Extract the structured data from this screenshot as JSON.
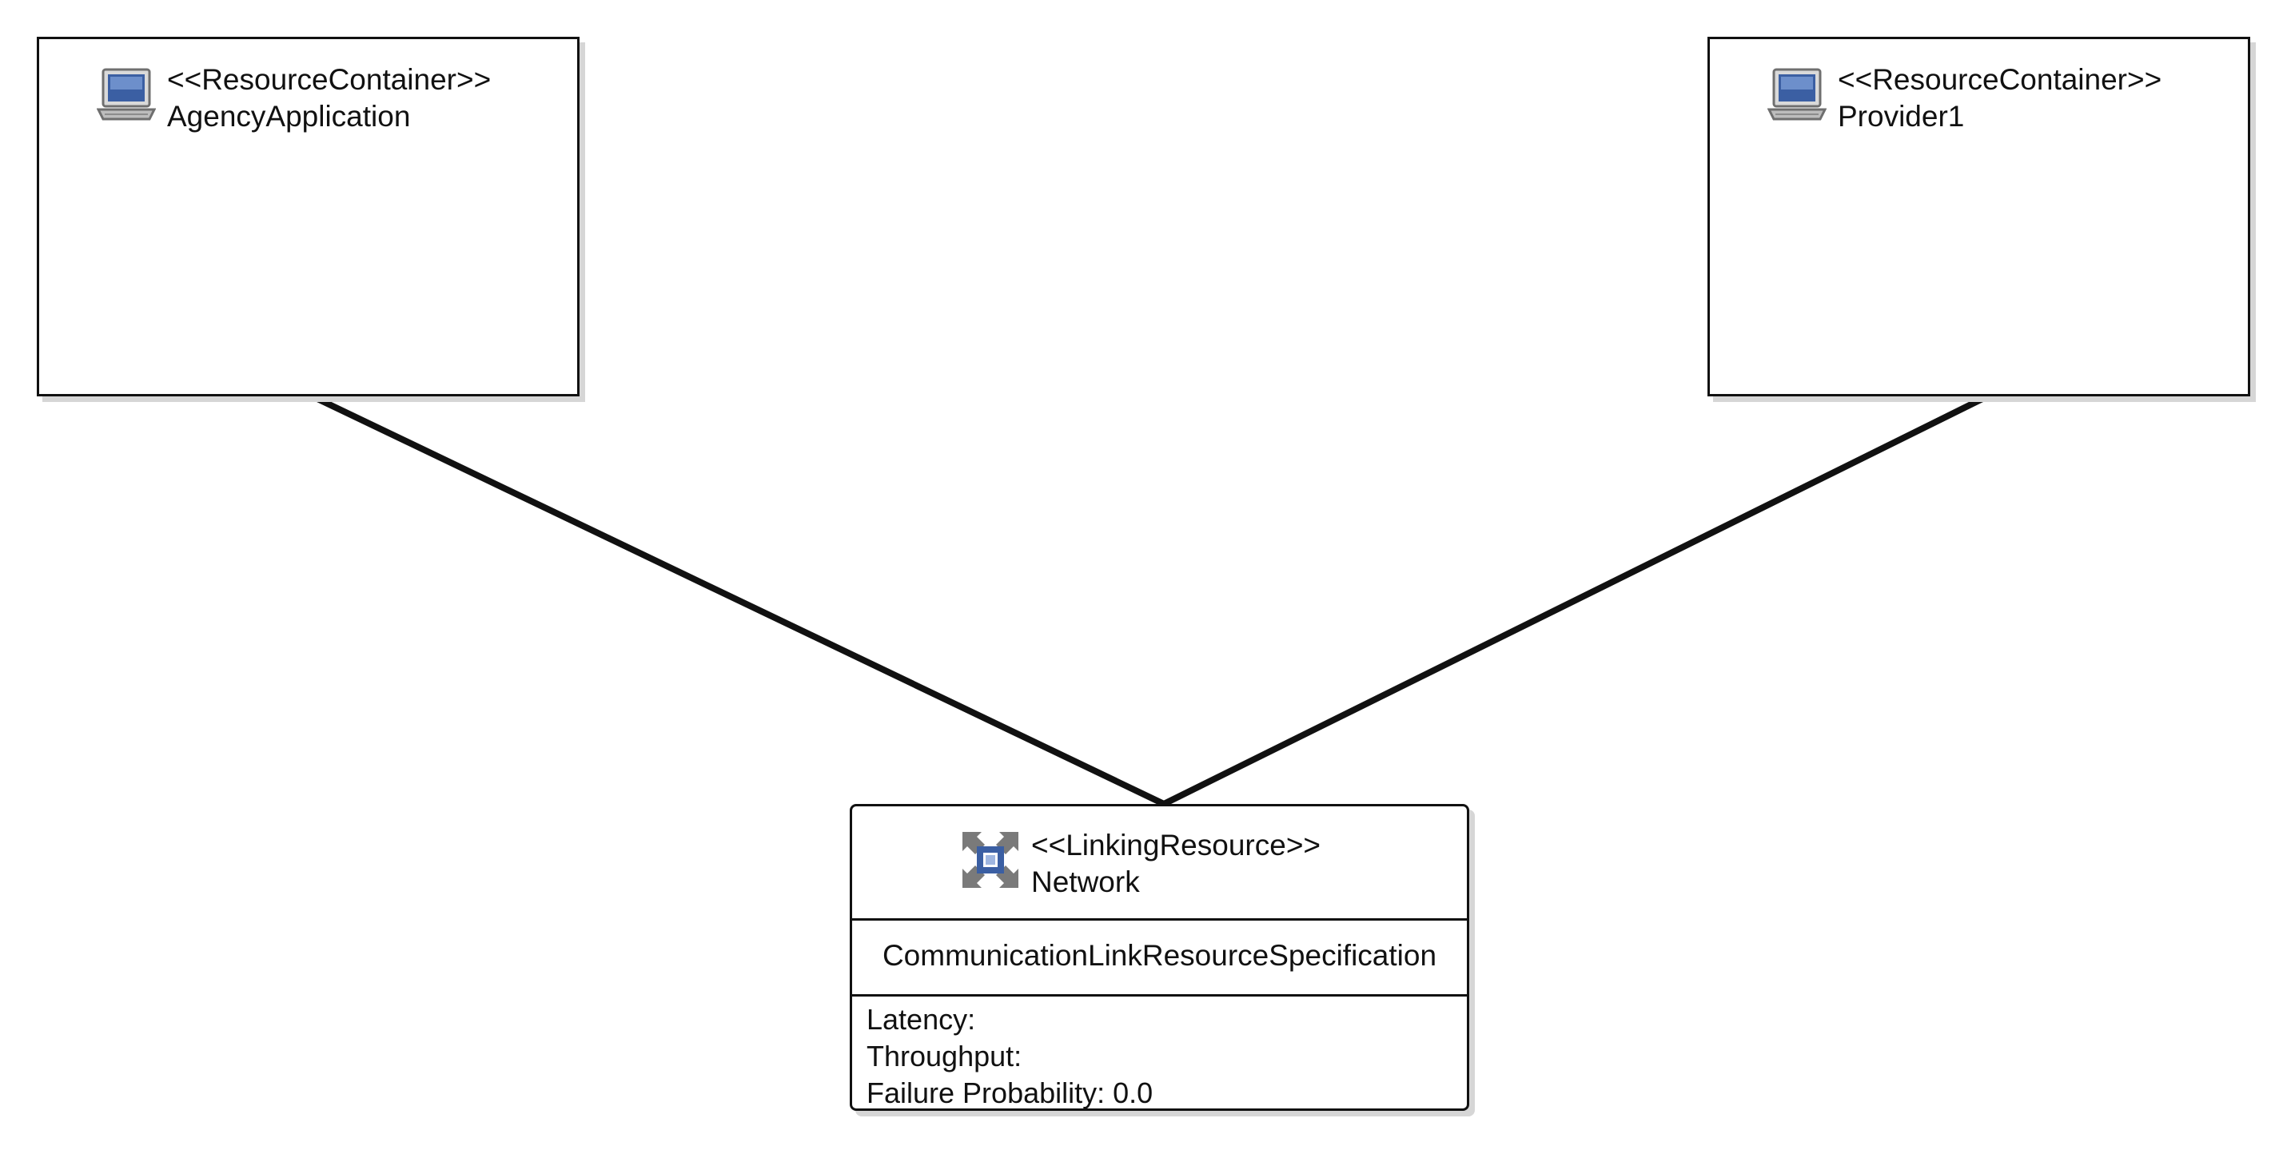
{
  "diagram": {
    "nodes": [
      {
        "id": "agency",
        "stereotype": "<<ResourceContainer>>",
        "name": "AgencyApplication",
        "icon": "computer-icon"
      },
      {
        "id": "provider",
        "stereotype": "<<ResourceContainer>>",
        "name": "Provider1",
        "icon": "computer-icon"
      }
    ],
    "link": {
      "stereotype": "<<LinkingResource>>",
      "name": "Network",
      "icon": "linking-resource-icon",
      "specification": "CommunicationLinkResourceSpecification",
      "attributes": [
        "Latency:",
        "Throughput:",
        "Failure Probability: 0.0"
      ]
    },
    "connections": [
      {
        "from": "AgencyApplication",
        "to": "Network"
      },
      {
        "from": "Provider1",
        "to": "Network"
      }
    ]
  },
  "colors": {
    "stroke": "#111111",
    "shadow": "#d6d6d6",
    "icon_blue": "#3b5fa3",
    "icon_gray": "#8a8a8a"
  }
}
